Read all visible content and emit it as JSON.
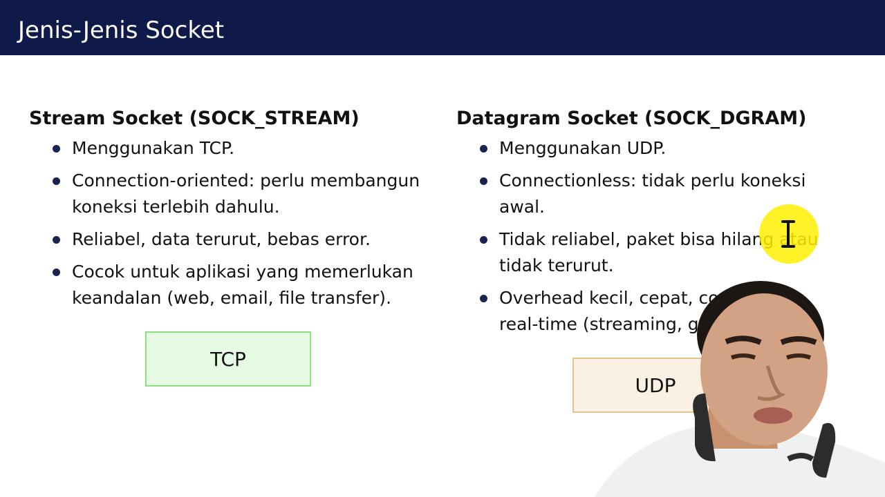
{
  "slide": {
    "title": "Jenis-Jenis Socket"
  },
  "left": {
    "heading": "Stream Socket (SOCK_STREAM)",
    "items": [
      "Menggunakan TCP.",
      "Connection-oriented: perlu membangun koneksi terlebih dahulu.",
      "Reliabel, data terurut, bebas error.",
      "Cocok untuk aplikasi yang memerlukan keandalan (web, email, file transfer)."
    ],
    "box_label": "TCP",
    "box_color": "#e6fbe3"
  },
  "right": {
    "heading": "Datagram Socket (SOCK_DGRAM)",
    "items": [
      "Menggunakan UDP.",
      "Connectionless: tidak perlu koneksi awal.",
      "Tidak reliabel, paket bisa hilang atau tidak terurut.",
      "Overhead kecil, cepat, cocok untuk real-time (streaming, game)."
    ],
    "box_label": "UDP",
    "box_color": "#fbf1e3"
  },
  "colors": {
    "title_bar": "#0f1a4a",
    "cursor_highlight": "#fff000"
  },
  "icons": {
    "cursor": "text-cursor-icon"
  }
}
